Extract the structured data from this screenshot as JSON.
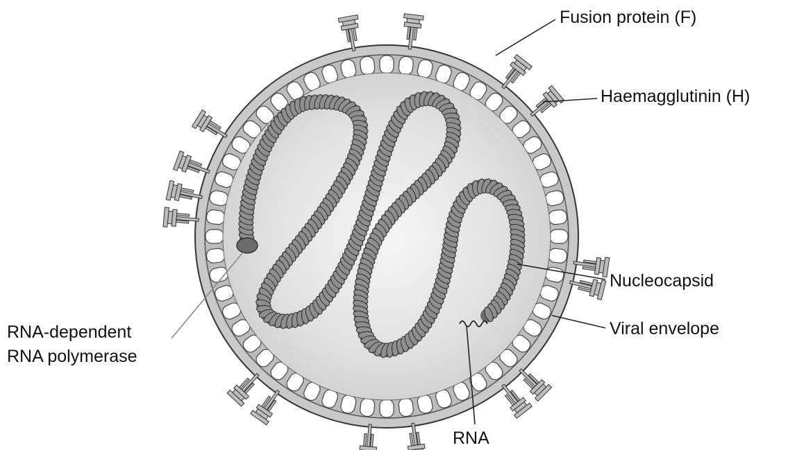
{
  "labels": {
    "fusion_protein": "Fusion protein (F)",
    "haemagglutinin": "Haemagglutinin (H)",
    "nucleocapsid": "Nucleocapsid",
    "viral_envelope": "Viral envelope",
    "rna_polymerase_line1": "RNA-dependent",
    "rna_polymerase_line2": "RNA polymerase",
    "rna": "RNA"
  },
  "colors": {
    "interior": "#dcdcdc",
    "interior_light": "#f4f4f4",
    "envelope": "#c8c8c8",
    "matrix_unit": "#ffffff",
    "coil": "#8f8f8f",
    "polymerase": "#6e6e6e",
    "spike": "#bdbdbd",
    "outline": "#333333"
  }
}
